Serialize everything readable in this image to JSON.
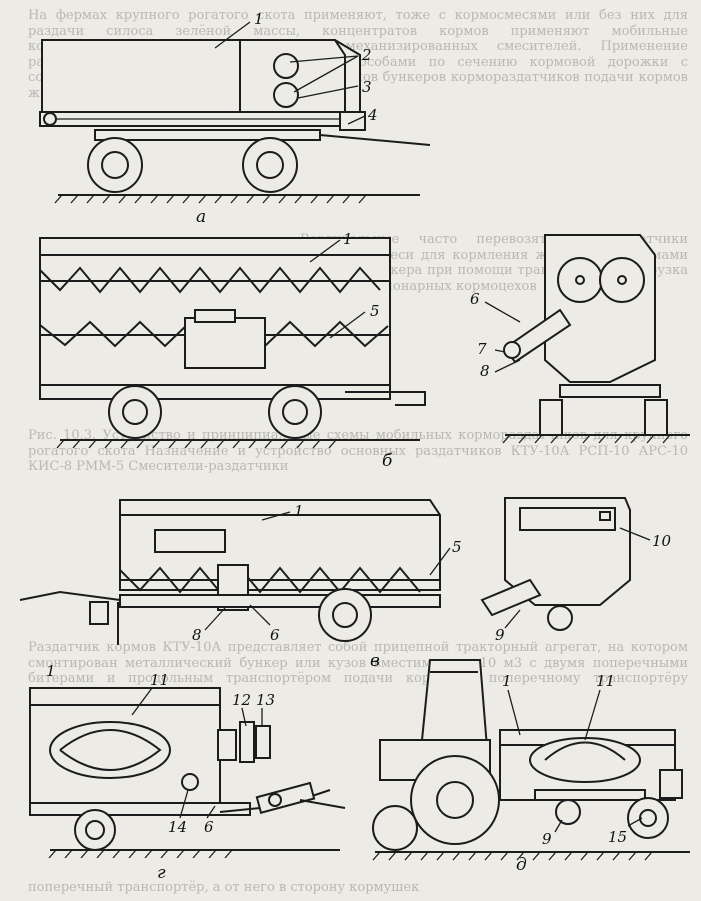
{
  "background_text": {
    "block1": "На фермах крупного рогатого скота применяют, тоже с кормосмесями или без них для раздачи силоса зелёной массы, концентратов кормов применяют мобильные кормораздатчики с составом кормов механизированных смесителей. Применение раздатчиков в навозоудаления с двумя способами по сечению кормовой дорожки с соответствии способом выгрузки рабочих органов бункеров кормораздатчиков подачи кормов животным по фронту кормления",
    "block2": "Вертикальные часто перевозят кормораздатчики кормовой смеси для кормления животных и кормами загрузки бункера при помощи транспортёров выгрузка кормов стационарных кормоцехов",
    "block3": "Рис. 10.3. Устройство и принципиальные схемы мобильных кормораздатчиков для крупного рогатого скота Назначение и устройство основных раздатчиков КТУ-10А РСП-10 АРС-10 КИС-8 РММ-5 Смесители-раздатчики",
    "block4": "Раздатчик кормов КТУ-10А представляет собой прицепной тракторный агрегат, на котором смонтирован металлический бункер или кузов вместимостью 10 м3 с двумя поперечными битерами и продольным транспортёром подачи кормов к поперечному транспортёру выгрузки",
    "block5": "поперечный транспортёр, а от него в сторону кормушек"
  },
  "labels": {
    "a": {
      "l1": "1",
      "l2": "2",
      "l3": "3",
      "l4": "4"
    },
    "b": {
      "l1": "1",
      "l5": "5",
      "l6": "6",
      "l7": "7",
      "l8": "8"
    },
    "v": {
      "l1": "1",
      "l5": "5",
      "l6": "6",
      "l8": "8",
      "l9": "9",
      "l10": "10"
    },
    "g": {
      "l1": "1",
      "l6": "6",
      "l11": "11",
      "l12": "12",
      "l13": "13",
      "l14": "14"
    },
    "d": {
      "l1": "1",
      "l9": "9",
      "l11": "11",
      "l15": "15"
    }
  },
  "captions": {
    "a": "а",
    "b": "б",
    "v": "в",
    "g": "г",
    "d": "д"
  }
}
